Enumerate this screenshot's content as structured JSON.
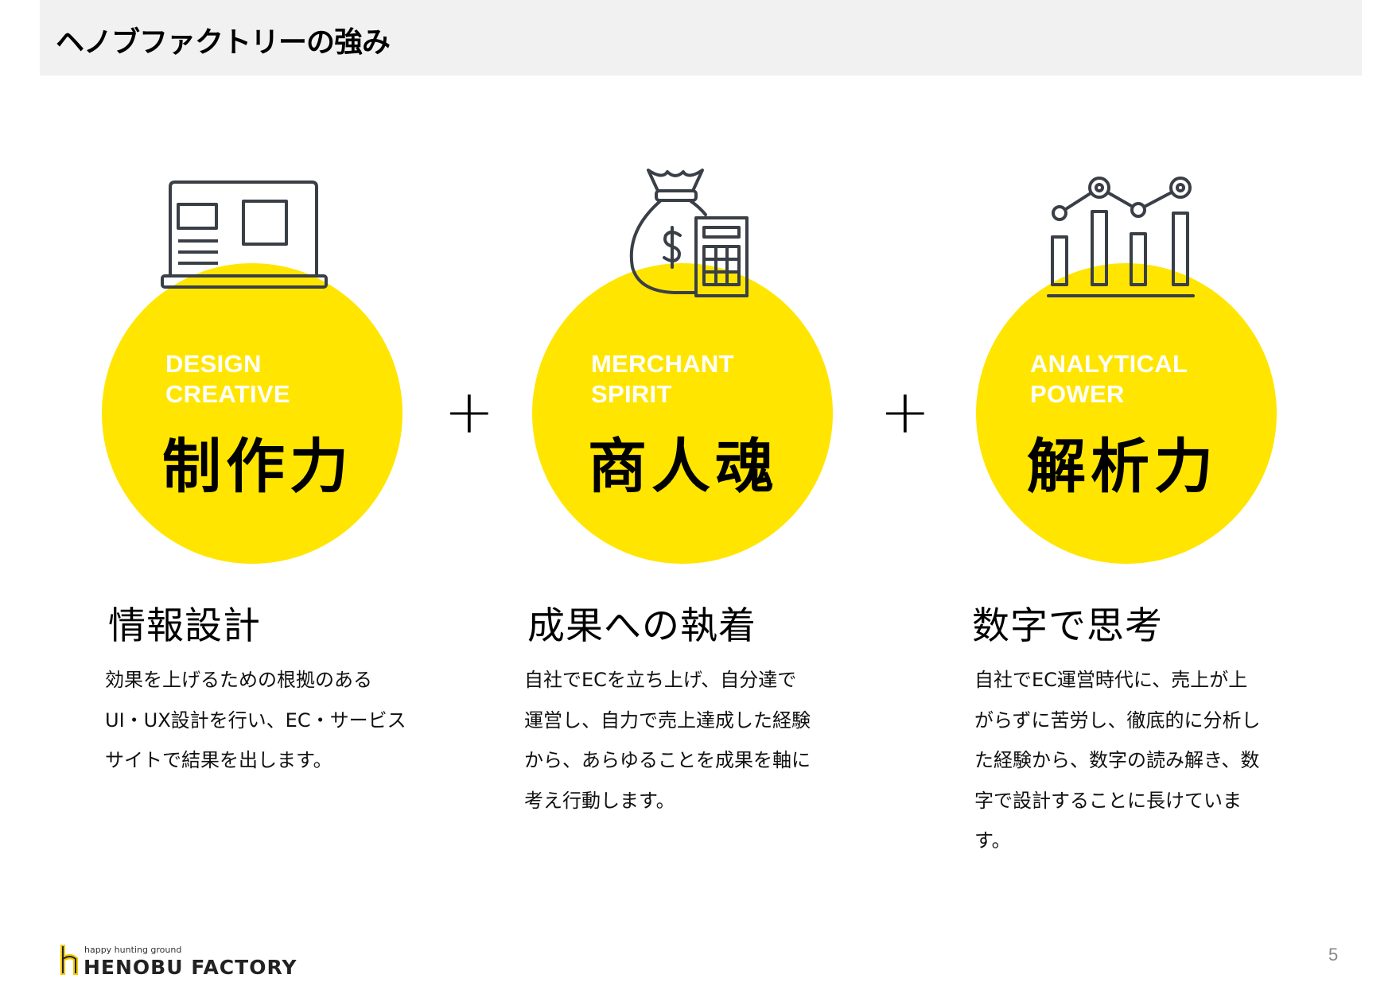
{
  "page": {
    "title": "ヘノブファクトリーの強み",
    "page_number": "5"
  },
  "pillars": [
    {
      "icon": "laptop-icon",
      "en_label": "DESIGN\nCREATIVE",
      "jp_label": "制作力",
      "heading": "情報設計",
      "description": "効果を上げるための根拠のある\nUI・UX設計を行い、EC・サービス\nサイトで結果を出します。"
    },
    {
      "icon": "money-bag-calculator-icon",
      "en_label": "MERCHANT\nSPIRIT",
      "jp_label": "商人魂",
      "heading": "成果への執着",
      "description": "自社でECを立ち上げ、自分達で\n運営し、自力で売上達成した経験\nから、あらゆることを成果を軸に\n考え行動します。"
    },
    {
      "icon": "bar-line-chart-icon",
      "en_label": "ANALYTICAL\nPOWER",
      "jp_label": "解析力",
      "heading": "数字で思考",
      "description": "自社でEC運営時代に、売上が上\nがらずに苦労し、徹底的に分析し\nた経験から、数字の読み解き、数\n字で設計することに長けていま\nす。"
    }
  ],
  "operators": [
    "+",
    "+"
  ],
  "logo": {
    "tagline": "happy hunting ground",
    "name": "HENOBU FACTORY",
    "icon": "henobu-h-logo-icon"
  },
  "colors": {
    "accent_yellow": "#ffe500",
    "header_bg": "#f1f1f1",
    "icon_stroke": "#3a3f47"
  }
}
